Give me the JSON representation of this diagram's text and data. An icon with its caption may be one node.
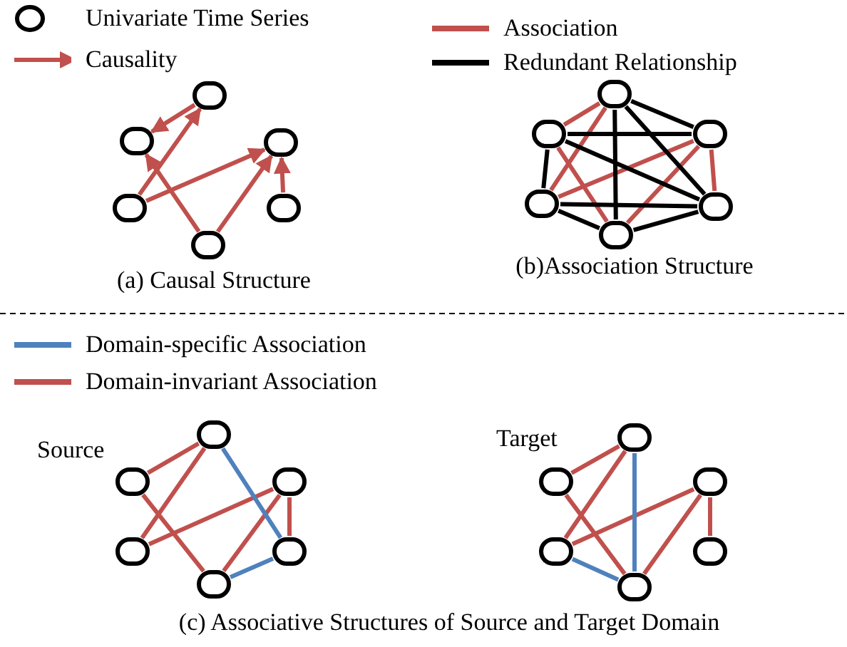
{
  "diagram": {
    "nodes": [
      {
        "text": [],
        "shape": "circle"
      },
      {
        "text": [],
        "shape": "circle"
      },
      {
        "text": [],
        "shape": "circle"
      },
      {
        "text": [],
        "shape": "circle"
      },
      {
        "text": [],
        "shape": "circle"
      },
      {
        "text": [],
        "shape": "circle"
      },
      {
        "text": [],
        "shape": "circle"
      },
      {
        "text": [],
        "shape": "circle"
      },
      {
        "text": [],
        "shape": "circle"
      },
      {
        "text": [],
        "shape": "circle"
      },
      {
        "text": [],
        "shape": "circle"
      },
      {
        "text": [],
        "shape": "circle"
      },
      {
        "text": [],
        "shape": "circle"
      },
      {
        "text": [],
        "shape": "circle"
      },
      {
        "text": [],
        "shape": "circle"
      },
      {
        "text": [],
        "shape": "circle"
      },
      {
        "text": [],
        "shape": "circle"
      },
      {
        "text": [],
        "shape": "circle"
      },
      {
        "text": [],
        "shape": "circle"
      },
      {
        "text": [],
        "shape": "circle"
      },
      {
        "text": [],
        "shape": "circle"
      },
      {
        "text": [],
        "shape": "circle"
      },
      {
        "text": [],
        "shape": "circle"
      },
      {
        "text": [],
        "shape": "circle"
      }
    ],
    "edges": [
      {
        "from": 0,
        "to": 1,
        "arrow": "to"
      },
      {
        "from": 3,
        "to": 0,
        "arrow": "to"
      },
      {
        "from": 3,
        "to": 2,
        "arrow": "to"
      },
      {
        "from": 5,
        "to": 1,
        "arrow": "to"
      },
      {
        "from": 5,
        "to": 2,
        "arrow": "to"
      },
      {
        "from": 4,
        "to": 2,
        "arrow": "to"
      },
      {
        "from": 6,
        "to": 7,
        "arrow": "none"
      },
      {
        "from": 6,
        "to": 9,
        "arrow": "none"
      },
      {
        "from": 7,
        "to": 11,
        "arrow": "none"
      },
      {
        "from": 8,
        "to": 9,
        "arrow": "none"
      },
      {
        "from": 8,
        "to": 11,
        "arrow": "none"
      },
      {
        "from": 8,
        "to": 10,
        "arrow": "none"
      },
      {
        "from": 6,
        "to": 8,
        "arrow": "none",
        "color": "#000000"
      },
      {
        "from": 7,
        "to": 8,
        "arrow": "none",
        "color": "#000000"
      },
      {
        "from": 7,
        "to": 9,
        "arrow": "none",
        "color": "#000000"
      },
      {
        "from": 7,
        "to": 10,
        "arrow": "none",
        "color": "#000000"
      },
      {
        "from": 6,
        "to": 11,
        "arrow": "none",
        "color": "#000000"
      },
      {
        "from": 6,
        "to": 10,
        "arrow": "none",
        "color": "#000000"
      },
      {
        "from": 9,
        "to": 10,
        "arrow": "none",
        "color": "#000000"
      },
      {
        "from": 9,
        "to": 11,
        "arrow": "none",
        "color": "#000000"
      },
      {
        "from": 11,
        "to": 10,
        "arrow": "none",
        "color": "#000000"
      },
      {
        "from": 12,
        "to": 13,
        "arrow": "none"
      },
      {
        "from": 12,
        "to": 15,
        "arrow": "none"
      },
      {
        "from": 13,
        "to": 17,
        "arrow": "none"
      },
      {
        "from": 14,
        "to": 15,
        "arrow": "none"
      },
      {
        "from": 14,
        "to": 17,
        "arrow": "none"
      },
      {
        "from": 14,
        "to": 16,
        "arrow": "none"
      },
      {
        "from": 12,
        "to": 16,
        "arrow": "none",
        "color": "#4f81bd"
      },
      {
        "from": 17,
        "to": 16,
        "arrow": "none",
        "color": "#4f81bd"
      },
      {
        "from": 18,
        "to": 19,
        "arrow": "none"
      },
      {
        "from": 18,
        "to": 21,
        "arrow": "none"
      },
      {
        "from": 19,
        "to": 23,
        "arrow": "none"
      },
      {
        "from": 20,
        "to": 21,
        "arrow": "none"
      },
      {
        "from": 20,
        "to": 23,
        "arrow": "none"
      },
      {
        "from": 20,
        "to": 22,
        "arrow": "none"
      },
      {
        "from": 18,
        "to": 23,
        "arrow": "none",
        "color": "#4f81bd"
      },
      {
        "from": 21,
        "to": 23,
        "arrow": "none",
        "color": "#4f81bd"
      }
    ],
    "labels": [
      "(a) Causal Structure",
      "(b)Association Structure",
      "Source",
      "Target",
      "(c) Associative Structures of Source and Target Domain"
    ],
    "legend": [
      {
        "text": "Univariate Time Series"
      },
      {
        "text": "Causality"
      },
      {
        "text": "Association"
      },
      {
        "text": "Redundant Relationship"
      },
      {
        "text": "Domain-specific Association"
      },
      {
        "text": "Domain-invariant Association"
      }
    ]
  }
}
